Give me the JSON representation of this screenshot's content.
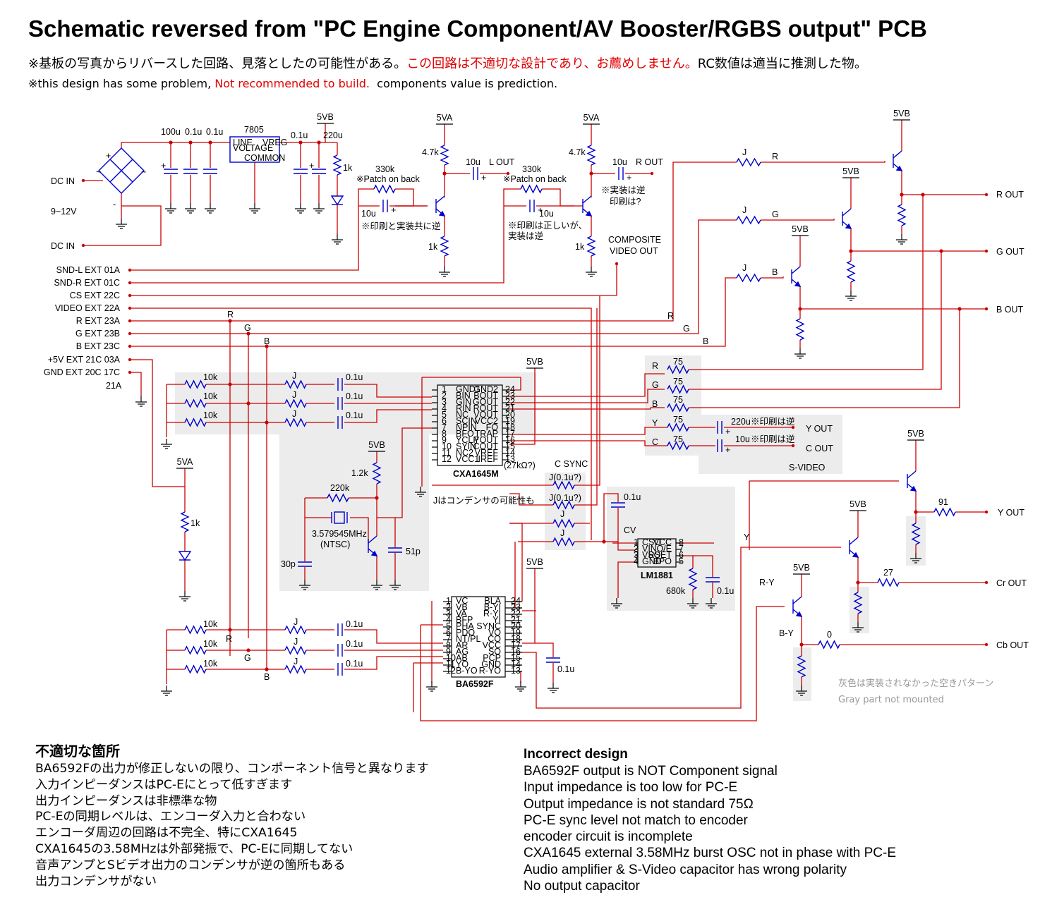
{
  "title": "Schematic reversed from \"PC Engine Component/AV Booster/RGBS output\" PCB",
  "subtitle_jp": {
    "a": "※基板の写真からリバースした回路、見落としたの可能性がある。",
    "b": "この回路は不適切な設計であり、お薦めしません。",
    "c": "RC数値は適当に推測した物。"
  },
  "subtitle_en": {
    "a": "※this design has some problem,",
    "b": "Not recommended to build.",
    "c": "components value is prediction."
  },
  "colors": {
    "wire": "#cc0000",
    "component": "#0000cc",
    "gray_area": "#ececec",
    "warning": "#e00000"
  },
  "labels": {
    "dc_in_1": "DC IN",
    "dc_in_2": "DC IN",
    "dc_range": "9~12V",
    "c100u": "100u",
    "c01u_a": "0.1u",
    "c01u_b": "0.1u",
    "reg": "7805",
    "line_voltage": "LINE VOLTAGE",
    "vreg": "VREG",
    "common": "COMMON",
    "v5vb_top": "5VB",
    "c01u_c": "0.1u",
    "c220u": "220u",
    "r1k_led": "1k",
    "v5va_l": "5VA",
    "r47k_l": "4.7k",
    "c10u_lout": "10u",
    "lout": "L OUT",
    "r330k_l": "330k",
    "patch_l": "※Patch on back",
    "c10u_lin": "10u",
    "note_l": "※印刷と実装共に逆",
    "r1k_l": "1k",
    "v5va_r": "5VA",
    "r47k_r": "4.7k",
    "c10u_rout": "10u",
    "rout": "R OUT",
    "r330k_r": "330k",
    "patch_r": "※Patch on back",
    "c10u_rin": "10u",
    "note_r1": "※印刷は正しいが、",
    "note_r2": "実装は逆",
    "note_rout1": "※実装は逆",
    "note_rout2": "印刷は?",
    "r1k_r": "1k",
    "composite": "COMPOSITE",
    "video_out": "VIDEO OUT",
    "in_sndl": "SND-L  EXT 01A",
    "in_sndr": "SND-R  EXT 01C",
    "in_cs": "CS  EXT 22C",
    "in_video": "VIDEO  EXT 22A",
    "in_r": "R  EXT 23A",
    "in_g": "G  EXT 23B",
    "in_b": "B  EXT 23C",
    "in_5v": "+5V     EXT 21C 03A",
    "in_gnd": "GND   EXT 20C 17C",
    "in_21a": "21A",
    "r_tag": "R",
    "g_tag": "G",
    "b_tag": "B",
    "jr": "J",
    "jg": "J",
    "jb": "J",
    "r_lbl": "R",
    "g_lbl": "G",
    "b_lbl": "B",
    "r_wire": "R",
    "g_wire": "G",
    "b_wire": "B",
    "v5vb_q1": "5VB",
    "v5vb_q2": "5VB",
    "v5vb_q3": "5VB",
    "rout2": "R OUT",
    "gout": "G OUT",
    "bout": "B OUT",
    "r10k_1": "10k",
    "r10k_2": "10k",
    "r10k_3": "10k",
    "j1": "J",
    "j2": "J",
    "j3": "J",
    "c01_1": "0.1u",
    "c01_2": "0.1u",
    "c01_3": "0.1u",
    "v5vb_cxa": "5VB",
    "cxa": "CXA1645M",
    "cxa_27k": "(27kΩ?)",
    "r75_r": "75",
    "r75_g": "75",
    "r75_b": "75",
    "r75_y": "75",
    "r75_c": "75",
    "lr": "R",
    "lg": "G",
    "lb": "B",
    "ly": "Y",
    "lc": "C",
    "c220u_y": "220u",
    "note_y": "※印刷は逆",
    "c10u_c": "10u",
    "note_c": "※印刷は逆",
    "yout_s": "Y OUT",
    "cout_s": "C OUT",
    "svideo": "S-VIDEO",
    "v5vb_osc": "5VB",
    "r12k": "1.2k",
    "r220k": "220k",
    "xtal": "3.579545MHz",
    "ntsc": "(NTSC)",
    "c30p": "30p",
    "c51p": "51p",
    "v5va_led": "5VA",
    "r1k_led2": "1k",
    "csync": "C SYNC",
    "j01a": "J(0.1u?)",
    "j01b": "J(0.1u?)",
    "jj1": "J",
    "jj2": "J",
    "jcap_note": "Jはコンデンサの可能性も",
    "c01_lm": "0.1u",
    "cv": "CV",
    "lm": "LM1881",
    "r680k": "680k",
    "c01_lm2": "0.1u",
    "v5vb_y": "5VB",
    "r91": "91",
    "yout": "Y OUT",
    "v5vb_cr": "5VB",
    "r27": "27",
    "crout": "Cr OUT",
    "v5vb_cb": "5VB",
    "r0": "0",
    "cbout": "Cb OUT",
    "ry": "R-Y",
    "by": "B-Y",
    "y_lbl": "Y",
    "v5vb_ba": "5VB",
    "ba": "BA6592F",
    "c01_ba": "0.1u",
    "r10k_4": "10k",
    "r10k_5": "10k",
    "r10k_6": "10k",
    "j4": "J",
    "j5": "J",
    "j6": "J",
    "c01_4": "0.1u",
    "c01_5": "0.1u",
    "c01_6": "0.1u",
    "r_tag2": "R",
    "g_tag2": "G",
    "b_tag2": "B"
  },
  "cxa_pins_left": [
    "GND1",
    "BIN",
    "GIN",
    "RIN",
    "NC",
    "SCIN",
    "NPIN",
    "BFO",
    "YCLP",
    "SYIN",
    "NC2",
    "VCC1"
  ],
  "cxa_pins_right": [
    "GND2",
    "BOUT",
    "GOUT",
    "ROUT",
    "VOUT",
    "VCC2",
    "FO",
    "TRAP",
    "YOUT",
    "COUT",
    "VREF",
    "IREF"
  ],
  "ba_pins_left": [
    "VC",
    "VB",
    "VA",
    "BFP",
    "PHA",
    "PDO",
    "NT/PL",
    "AR",
    "AG",
    "AB",
    "YO",
    "B-YO"
  ],
  "ba_pins_right": [
    "BLA",
    "B-YI",
    "R-YI",
    "YI",
    "SYNC",
    "VO",
    "CO",
    "VCC",
    "SO",
    "PCP",
    "GND",
    "R-YO"
  ],
  "lm_pins_left": [
    "CSO",
    "VIN",
    "VSO",
    "GND"
  ],
  "lm_pins_right": [
    "VCC",
    "O/E",
    "RSET",
    "BPO"
  ],
  "gray_note": {
    "jp": "灰色は実装されなかった空きパターン",
    "en": "Gray part not mounted"
  },
  "notes_jp": {
    "heading": "不適切な箇所",
    "lines": [
      "BA6592Fの出力が修正しないの限り、コンポーネント信号と異なります",
      "入力インピーダンスはPC-Eにとって低すぎます",
      "出力インピーダンスは非標準な物",
      "PC-Eの同期レベルは、エンコーダ入力と合わない",
      "エンコーダ周辺の回路は不完全、特にCXA1645",
      "CXA1645の3.58MHzは外部発振で、PC-Eに同期してない",
      "音声アンプとSビデオ出力のコンデンサが逆の箇所もある",
      "出力コンデンサがない"
    ]
  },
  "notes_en": {
    "heading": "Incorrect design",
    "lines": [
      "BA6592F output is NOT Component signal",
      "Input impedance is too low for PC-E",
      "Output impedance is not standard 75Ω",
      "PC-E sync level not match to encoder",
      "encoder circuit is incomplete",
      "CXA1645 external 3.58MHz burst OSC not in phase with PC-E",
      "Audio amplifier & S-Video capacitor has wrong polarity",
      "No output capacitor"
    ]
  }
}
